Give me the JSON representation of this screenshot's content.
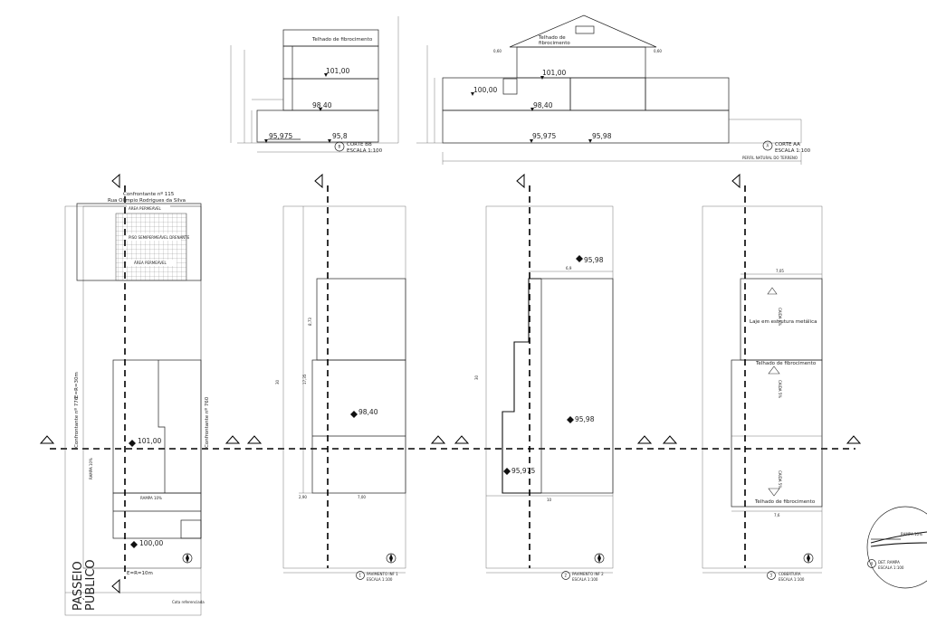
{
  "colors": {
    "accent": "#f5b400",
    "gray_fill": "#d9d9d9",
    "line": "#222222"
  },
  "section_bb": {
    "roof_label": "Telhado de fibrocimento",
    "levels": [
      "101,00",
      "98,40",
      "95,975",
      "95,8"
    ],
    "number": "B",
    "title": "CORTE BB",
    "scale": "ESCALA 1:100"
  },
  "section_aa": {
    "roof_label_1": "Telhado de",
    "roof_label_2": "fibrocimento",
    "levels": [
      "101,00",
      "100,00",
      "98,40",
      "95,975",
      "95,98"
    ],
    "dims": [
      "0,60",
      "0,60"
    ],
    "number": "A",
    "title": "CORTE AA",
    "scale": "ESCALA 1:100",
    "terrain": "PERFIL NATURAL DO TERRENO"
  },
  "plan_1": {
    "neighbor_1": "Confrontante nº 115",
    "neighbor_2": "Rua Olímpio Rodrigues da Silva",
    "area_labels": [
      "ÁREA PERMEÁVEL",
      "PISO SEMIPERMEÁVEL DRENANTE",
      "ÁREA PERMEÁVEL"
    ],
    "vertical_1": "Confrontante nº 776",
    "vertical_2": "Confrontante nº 760",
    "vertical_3": "E=R=30m",
    "ramp_1": "RAMPA 10%",
    "ramp_2": "RAMPA 10%",
    "levels": [
      "101,00",
      "100,00"
    ],
    "bottom": "E=R=10m",
    "sidewalk_1": "PASSEIO",
    "sidewalk_2": "PÚBLICO",
    "note": "Cota referenciada"
  },
  "plan_2": {
    "level": "98,40",
    "dims": [
      "7,00",
      "2,90",
      "8,73",
      "17,35",
      "30"
    ],
    "number": "1",
    "title": "PAVIMENTO INF 1",
    "scale": "ESCALA 1:100"
  },
  "plan_3": {
    "levels": [
      "95,98",
      "95,98",
      "95,975"
    ],
    "dims": [
      "10",
      "6,9",
      "30"
    ],
    "number": "2",
    "title": "PAVIMENTO INF 2",
    "scale": "ESCALA 1:100"
  },
  "plan_4": {
    "drop_1": "CAIDA 5%",
    "drop_2": "CAIDA 5%",
    "drop_3": "CAIDA 5%",
    "slab": "Laje em estrutura metálica",
    "roof_1": "Telhado de fibrocimento",
    "roof_2": "Telhado de fibrocimento",
    "dims": [
      "7,05",
      "7,6"
    ],
    "number": "3",
    "title": "COBERTURA",
    "scale": "ESCALA 1:100"
  },
  "detail": {
    "ramp": "RAMPA 10%",
    "number": "4",
    "title": "DET. RAMPA",
    "scale": "ESCALA 1:100"
  }
}
